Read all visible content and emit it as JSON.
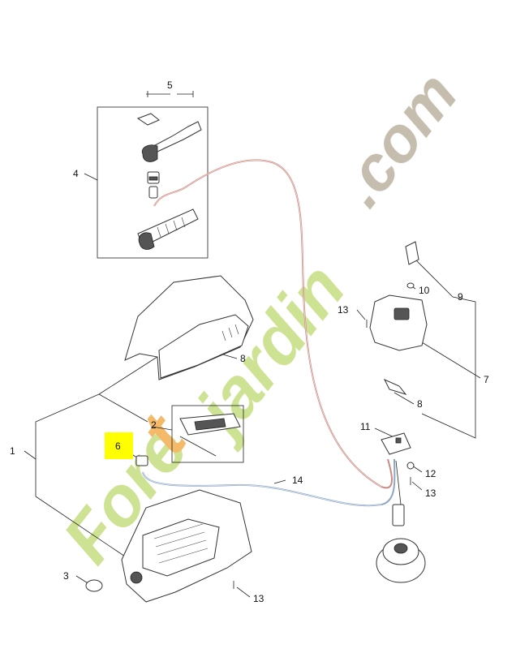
{
  "diagram": {
    "callouts": {
      "c1": "1",
      "c2": "2",
      "c3": "3",
      "c4": "4",
      "c5": "5",
      "c6": "6",
      "c7": "7",
      "c8a": "8",
      "c8b": "8",
      "c9": "9",
      "c10": "10",
      "c11": "11",
      "c12": "12",
      "c13a": "13",
      "c13b": "13",
      "c13c": "13",
      "c14": "14"
    },
    "highlight_color": "#ffff00",
    "watermark": {
      "text_com": ".com",
      "text_foret": "Foret",
      "text_jardin": "jardin",
      "apostrophe": "'",
      "color_green": "#c8df86",
      "color_orange": "#f3b35a",
      "color_taupe": "#bfb6a5"
    }
  }
}
